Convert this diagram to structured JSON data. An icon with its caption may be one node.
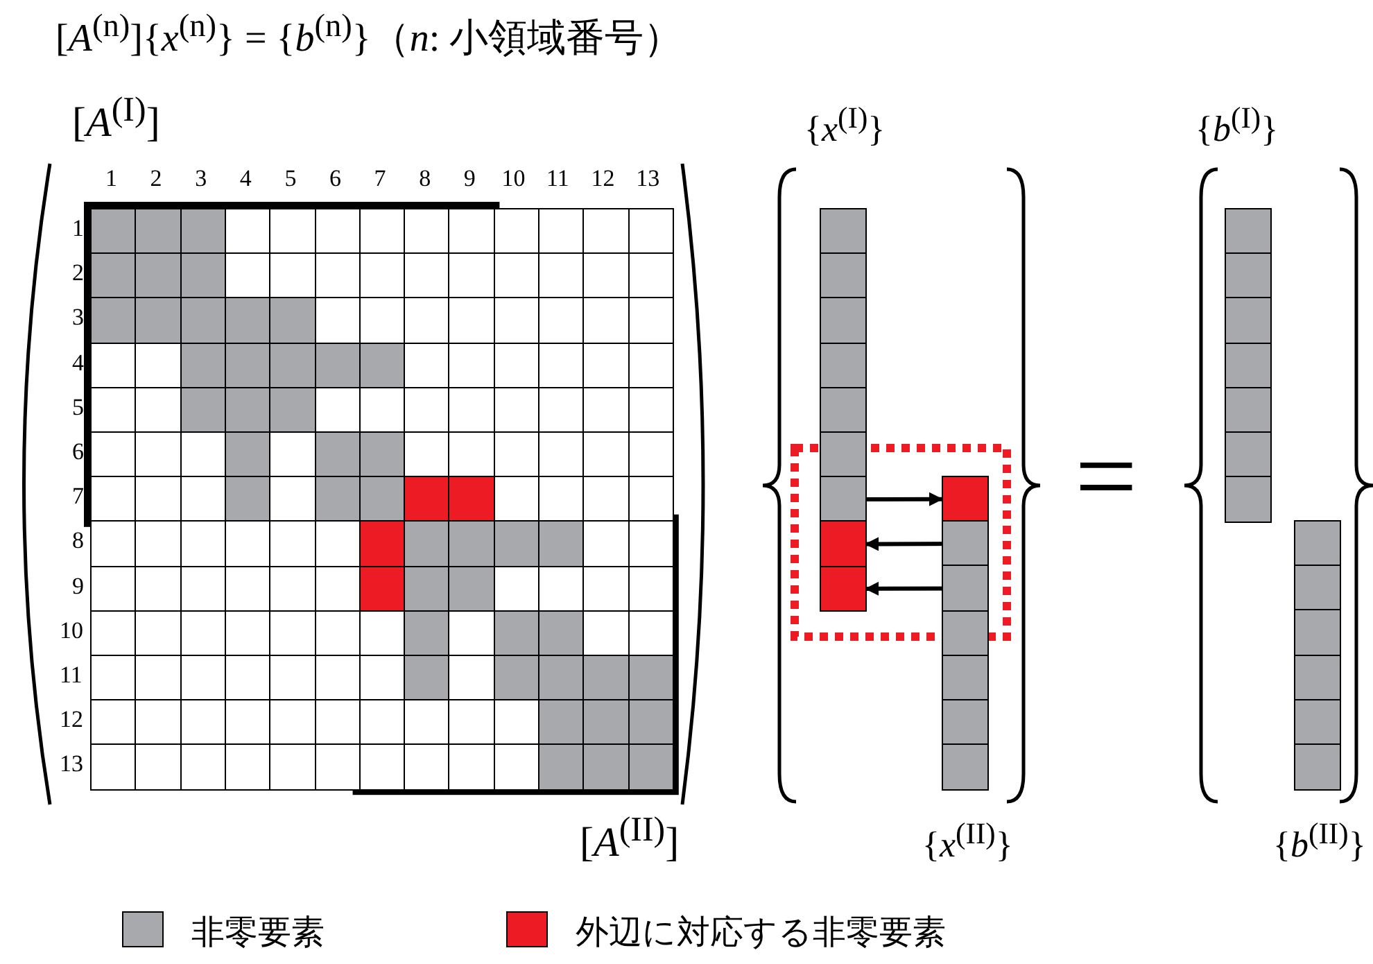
{
  "diagram": {
    "title": "[*A*$^{(n)}$]{*x*$^{(n)}$} = {*b*$^{(n)}$}（*n*: 小領域番号）",
    "nodes": [
      {
        "text": [],
        "shape": "box"
      },
      {
        "text": [],
        "shape": "box"
      },
      {
        "text": [],
        "shape": "box"
      },
      {
        "text": [],
        "shape": "box"
      },
      {
        "text": [],
        "shape": "box"
      },
      {
        "text": [],
        "shape": "box"
      }
    ],
    "edges": [
      {
        "from": 0,
        "to": 3,
        "arrow": "to"
      },
      {
        "from": 4,
        "to": 1,
        "arrow": "to"
      },
      {
        "from": 5,
        "to": 2,
        "arrow": "to"
      }
    ],
    "labels": [
      "[*A*$^{(I)}$]",
      "{*x*$^{(I)}$}",
      "{*b*$^{(I)}$}",
      "1",
      "2",
      "3",
      "4",
      "5",
      "6",
      "7",
      "8",
      "9",
      "10",
      "11",
      "12",
      "13",
      "1",
      "2",
      "3",
      "4",
      "5",
      "6",
      "7",
      "8",
      "9",
      "10",
      "11",
      "12",
      "13",
      "=",
      "[*A*$^{(II)}$]",
      "{*x*$^{(II)}$}",
      "{*b*$^{(II)}$}"
    ],
    "legend": [
      {
        "text": "非零要素",
        "color": "#a7a9ac"
      },
      {
        "text": "外辺に対応する非零要素",
        "color": "#ed1c24"
      }
    ]
  }
}
